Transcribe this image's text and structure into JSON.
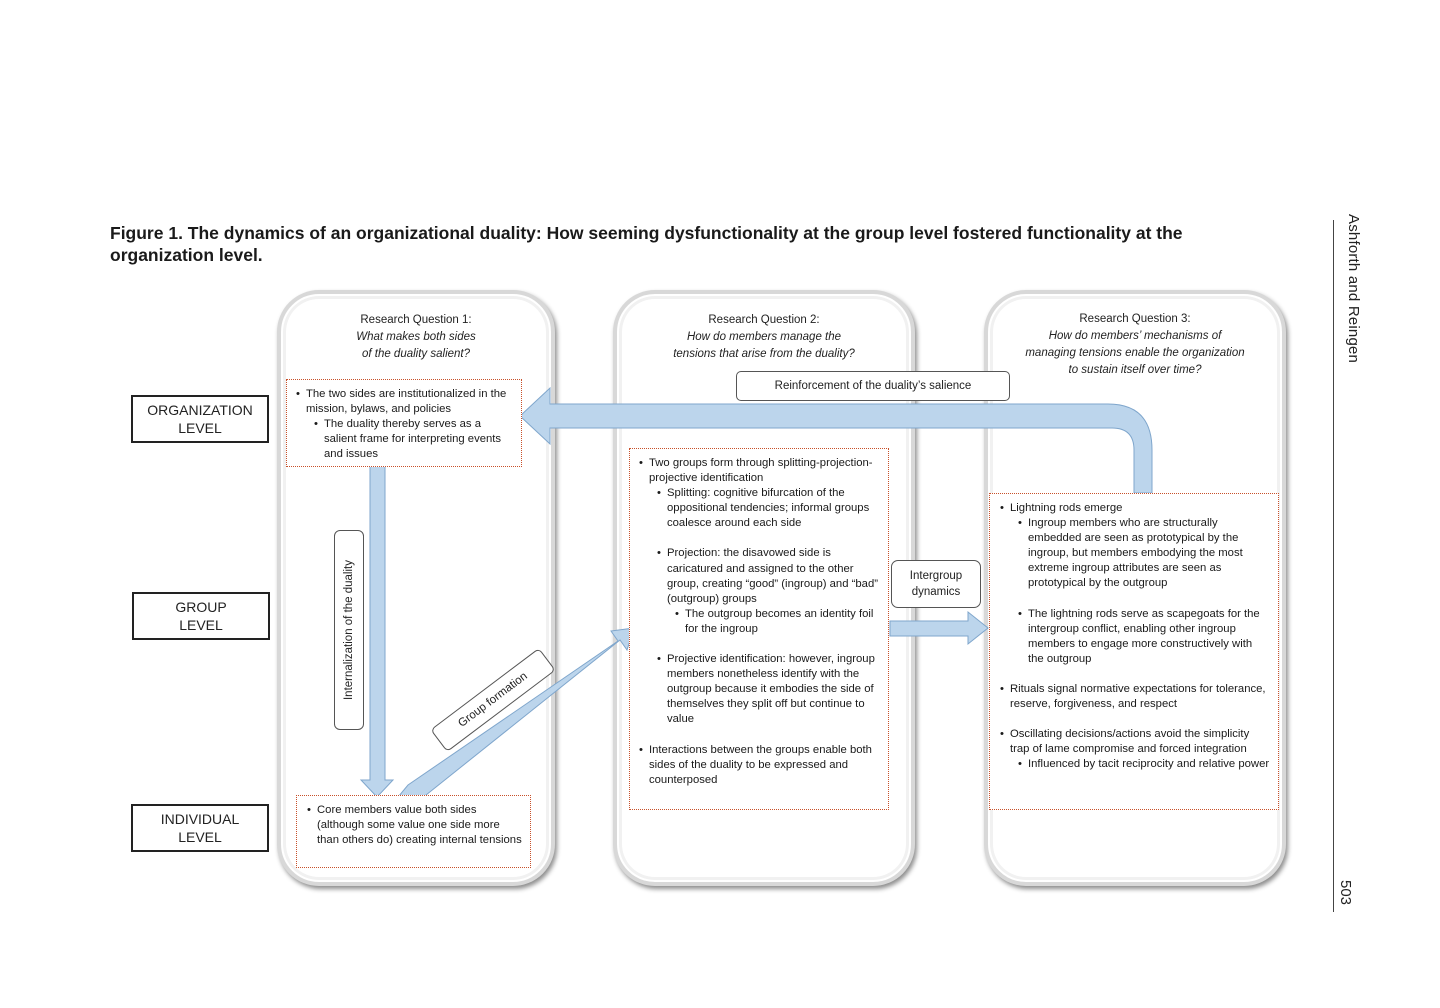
{
  "caption": "Figure 1.  The dynamics of an organizational duality: How seeming dysfunctionality at the group level fostered functionality at the organization level.",
  "running_head": "Ashforth and Reingen",
  "page_number": "503",
  "levels": {
    "organization": [
      "ORGANIZATION",
      "LEVEL"
    ],
    "group": [
      "GROUP",
      "LEVEL"
    ],
    "individual": [
      "INDIVIDUAL",
      "LEVEL"
    ]
  },
  "research_questions": [
    {
      "heading": "Research Question 1:",
      "question_lines": [
        "What makes both sides",
        "of the duality salient?"
      ]
    },
    {
      "heading": "Research Question 2:",
      "question_lines": [
        "How do members manage the",
        "tensions that arise from the duality?"
      ]
    },
    {
      "heading": "Research Question 3:",
      "question_lines": [
        "How do members’ mechanisms of",
        "managing tensions enable the organization",
        "to sustain itself over time?"
      ]
    }
  ],
  "boxes": {
    "org_salience": {
      "item": "The two sides are institutionalized in the mission, bylaws, and policies",
      "sub": "The duality thereby serves as a salient frame for interpreting events and issues"
    },
    "individual": {
      "item": "Core members value both sides (although some value one side more than others do) creating internal tensions"
    },
    "group": {
      "item1": "Two groups form through splitting-projection-projective identification",
      "splitting": "Splitting: cognitive bifurcation of the oppositional tendencies; informal groups coalesce around each side",
      "projection": "Projection: the disavowed side is caricatured and assigned to the other group, creating “good” (ingroup) and “bad” (outgroup) groups",
      "projection_sub": "The outgroup becomes an identity foil for the ingroup",
      "projective_identification": "Projective identification: however, ingroup members nonetheless identify with the outgroup because it embodies the side of themselves they split off but continue to value",
      "item2": "Interactions between the groups enable both sides of the duality to be expressed and counterposed"
    },
    "mechanisms": {
      "item1": "Lightning rods emerge",
      "sub1": "Ingroup members who are structurally embedded are seen as prototypical by the ingroup, but members embodying the most extreme ingroup attributes are seen as prototypical by the outgroup",
      "sub2": "The lightning rods serve as scapegoats for the intergroup conflict, enabling other ingroup members to engage more constructively with the outgroup",
      "item2": "Rituals signal normative expectations for tolerance, reserve, forgiveness, and respect",
      "item3": "Oscillating decisions/actions avoid the simplicity trap of lame compromise and forced integration",
      "sub3": "Influenced by tacit reciprocity and relative power"
    }
  },
  "arrow_labels": {
    "reinforcement": "Reinforcement of the duality’s salience",
    "internalization": "Internalization of the duality",
    "group_formation": "Group formation",
    "intergroup": [
      "Intergroup",
      "dynamics"
    ]
  },
  "colors": {
    "arrow_fill": "#bcd5ec",
    "arrow_stroke": "#7fa6cc",
    "dotted_border": "#c8502a"
  }
}
